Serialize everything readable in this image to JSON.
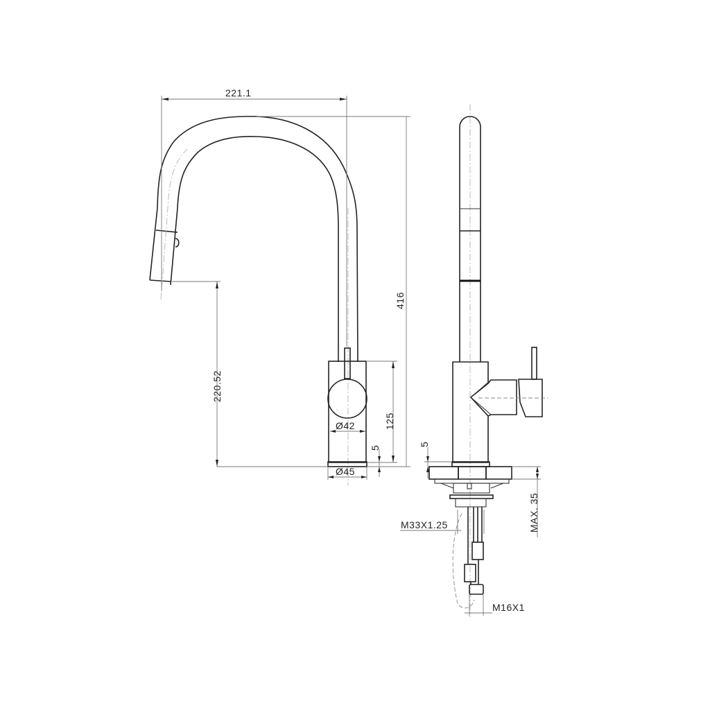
{
  "drawing": {
    "title": "Pull-down kitchen mixer technical drawing",
    "views": [
      "front-view",
      "side-view"
    ]
  },
  "dimensions": {
    "spout_reach": "221.1",
    "overall_height": "416",
    "spout_outlet_height": "220.52",
    "body_height": "125",
    "handle_diameter": "Ø42",
    "base_diameter": "Ø45",
    "base_ring_front": "5",
    "base_ring_side": "5",
    "mounting_thread": "M33X1.25",
    "hose_thread": "M16X1",
    "max_counter_thickness": "MAX. 35"
  }
}
